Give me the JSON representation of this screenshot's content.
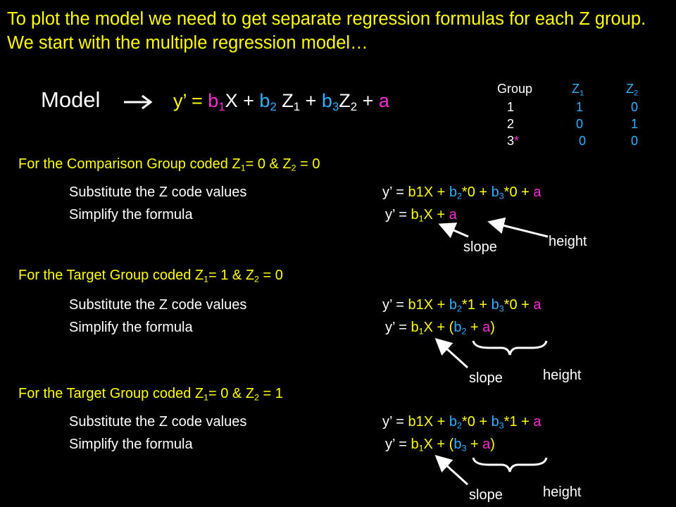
{
  "heading": "To plot the model we need to get separate regression formulas for each Z group.  We start with the multiple regression model…",
  "model": {
    "label": "Model",
    "arrow": "",
    "lhs": "y’ =",
    "b1": "b",
    "b1_sub": "1",
    "x": "X +",
    "b2": "b",
    "b2_sub": "2",
    "z1": "Z",
    "z1_sub": "1",
    "plus1": "+",
    "b3": "b",
    "b3_sub": "3",
    "z2": "Z",
    "z2_sub": "2",
    "plus2": "+",
    "a": "a"
  },
  "code_table": {
    "headers": {
      "group": "Group",
      "z1": "Z",
      "z1_sub": "1",
      "z2": "Z",
      "z2_sub": "2"
    },
    "rows": [
      {
        "group": "1",
        "star": "",
        "z1": "1",
        "z2": "0"
      },
      {
        "group": "2",
        "star": "",
        "z1": "0",
        "z2": "1"
      },
      {
        "group": "3",
        "star": "*",
        "z1": "0",
        "z2": "0"
      }
    ]
  },
  "sections": [
    {
      "title_pre": "For the Comparison Group coded Z",
      "title_sub1": "1",
      "title_mid": "= 0 & Z",
      "title_sub2": "2",
      "title_post": " = 0",
      "step1": "Substitute the Z code values",
      "step2": "Simplify the formula",
      "lhs": "y’ =",
      "eq1": {
        "b1x": "b1X +",
        "b2": "b",
        "b2_sub": "2",
        "b2_rest": "*0 +",
        "b3": "b",
        "b3_sub": "3",
        "b3_rest": "*0 +",
        "a": "a"
      },
      "eq2": {
        "b": "b",
        "b_sub": "1",
        "rest": "X +",
        "open": "",
        "inner_b": "",
        "inner_sub": "",
        "plus": "",
        "a": "a",
        "close": ""
      },
      "slope_label": "slope",
      "height_label": "height"
    },
    {
      "title_pre": "For the Target Group coded Z",
      "title_sub1": "1",
      "title_mid": "= 1 & Z",
      "title_sub2": "2",
      "title_post": " = 0",
      "step1": "Substitute the Z code values",
      "step2": "Simplify the formula",
      "lhs": "y’ =",
      "eq1": {
        "b1x": "b1X +",
        "b2": "b",
        "b2_sub": "2",
        "b2_rest": "*1 +",
        "b3": "b",
        "b3_sub": "3",
        "b3_rest": "*0 +",
        "a": "a"
      },
      "eq2": {
        "b": "b",
        "b_sub": "1",
        "rest": "X + (",
        "inner_b": "b",
        "inner_sub": "2",
        "plus": " + ",
        "a": "a",
        "close": ")"
      },
      "slope_label": "slope",
      "height_label": "height"
    },
    {
      "title_pre": "For the Target Group coded Z",
      "title_sub1": "1",
      "title_mid": "= 0 & Z",
      "title_sub2": "2",
      "title_post": " = 1",
      "step1": "Substitute the Z code values",
      "step2": "Simplify the formula",
      "lhs": "y’ =",
      "eq1": {
        "b1x": "b1X +",
        "b2": "b",
        "b2_sub": "2",
        "b2_rest": "*0 +",
        "b3": "b",
        "b3_sub": "3",
        "b3_rest": "*1 +",
        "a": "a"
      },
      "eq2": {
        "b": "b",
        "b_sub": "1",
        "rest": "X + (",
        "inner_b": "b",
        "inner_sub": "3",
        "plus": " + ",
        "a": "a",
        "close": ")"
      },
      "slope_label": "slope",
      "height_label": "height"
    }
  ]
}
